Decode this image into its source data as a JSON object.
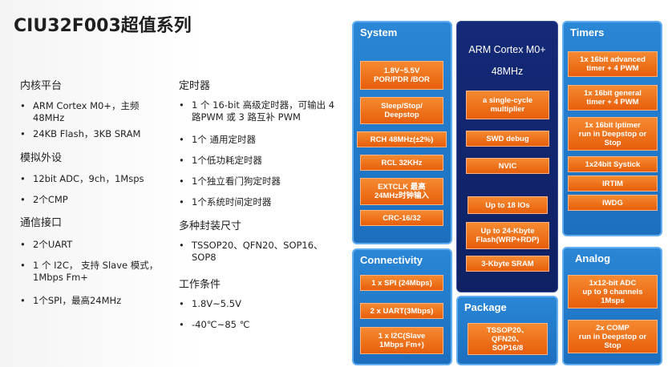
{
  "title": "CIU32F003超值系列",
  "left": {
    "core": {
      "heading": "内核平台",
      "items": [
        "ARM Cortex M0+，主频 48MHz",
        "24KB Flash，3KB SRAM"
      ]
    },
    "analog": {
      "heading": "模拟外设",
      "items": [
        "12bit ADC，9ch，1Msps",
        "2个CMP"
      ]
    },
    "comm": {
      "heading": "通信接口",
      "items": [
        "2个UART",
        "1 个 I2C， 支持 Slave 模式，1Mbps Fm+",
        "1个SPI，最高24MHz"
      ]
    }
  },
  "middle": {
    "timers": {
      "heading": "定时器",
      "items": [
        "1 个 16-bit 高级定时器，可输出 4 路PWM 或 3 路互补 PWM",
        "1个 通用定时器",
        "1个低功耗定时器",
        "1个独立看门狗定时器",
        "1个系统时间定时器"
      ]
    },
    "package": {
      "heading": "多种封装尺寸",
      "items": [
        "TSSOP20、QFN20、SOP16、SOP8"
      ]
    },
    "conditions": {
      "heading": "工作条件",
      "items": [
        "1.8V~5.5V",
        "-40℃~85 ℃"
      ]
    }
  },
  "bullet_char": "•",
  "diagram": {
    "system": {
      "title": "System",
      "items": [
        "1.8V~5.5V\nPOR/PDR /BOR",
        "Sleep/Stop/\nDeepstop",
        "RCH 48MHz(±2%)",
        "RCL 32KHz",
        "EXTCLK 最高\n24MHz时钟输入",
        "CRC-16/32"
      ]
    },
    "core": {
      "name": "ARM Cortex M0+",
      "freq": "48MHz",
      "items": [
        "a single-cycle\nmultiplier",
        "SWD debug",
        "NVIC",
        "Up to 18 IOs",
        "Up to 24-Kbyte\nFlash(WRP+RDP)",
        "3-Kbyte SRAM"
      ]
    },
    "timers": {
      "title": "Timers",
      "items": [
        "1x 16bit advanced\ntimer + 4 PWM",
        "1x 16bit general\ntimer + 4 PWM",
        "1x 16bit lptimer\nrun in Deepstop or\nStop",
        "1x24bit Systick",
        "IRTIM",
        "IWDG"
      ]
    },
    "connectivity": {
      "title": "Connectivity",
      "items": [
        "1 x SPI (24Mbps)",
        "2 x UART(3Mbps)",
        "1 x I2C(Slave\n1Mbps Fm+)"
      ]
    },
    "package": {
      "title": "Package",
      "items": [
        "TSSOP20、\nQFN20、\nSOP16/8"
      ]
    },
    "analog": {
      "title": "Analog",
      "items": [
        "1x12-bit ADC\nup to 9 channels\n1Msps",
        "2x COMP\nrun in Deepstop or\nStop"
      ]
    }
  }
}
